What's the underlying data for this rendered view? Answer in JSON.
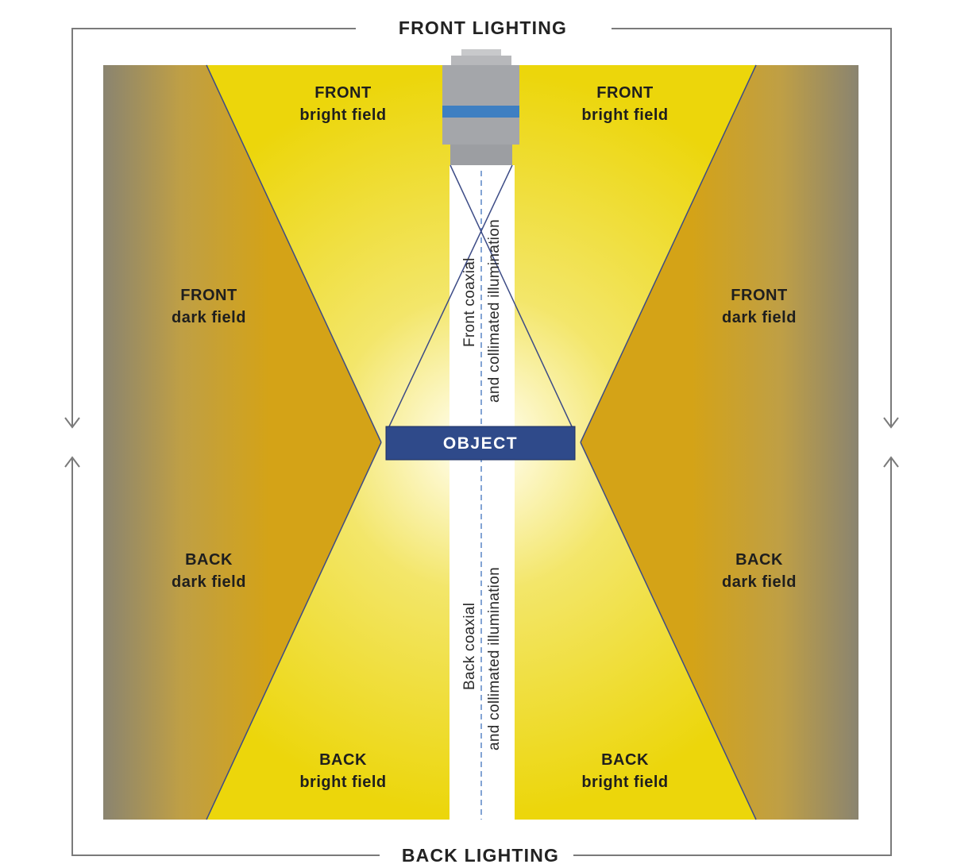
{
  "titles": {
    "front_lighting": "FRONT LIGHTING",
    "back_lighting": "BACK LIGHTING"
  },
  "regions": {
    "front_bright_left": {
      "line1": "FRONT",
      "line2": "bright field"
    },
    "front_bright_right": {
      "line1": "FRONT",
      "line2": "bright field"
    },
    "front_dark_left": {
      "line1": "FRONT",
      "line2": "dark field"
    },
    "front_dark_right": {
      "line1": "FRONT",
      "line2": "dark field"
    },
    "back_dark_left": {
      "line1": "BACK",
      "line2": "dark field"
    },
    "back_dark_right": {
      "line1": "BACK",
      "line2": "dark field"
    },
    "back_bright_left": {
      "line1": "BACK",
      "line2": "bright field"
    },
    "back_bright_right": {
      "line1": "BACK",
      "line2": "bright field"
    }
  },
  "object_label": "OBJECT",
  "coaxial": {
    "front_line1": "Front coaxial",
    "front_line2": "and collimated illumination",
    "back_line1": "Back coaxial",
    "back_line2": "and collimated illumination"
  },
  "colors": {
    "bright_field": "#ecd90a",
    "dark_field": "#d4a317",
    "edge_gray": "#8c8468",
    "object_fill": "#2f4a8a",
    "camera_blue": "#3e7fc2",
    "camera_gray": "#a9abae",
    "frame_gray": "#7a7a7a"
  },
  "icons": {
    "camera": "camera-lens-icon",
    "arrow": "arrow-head-icon"
  }
}
